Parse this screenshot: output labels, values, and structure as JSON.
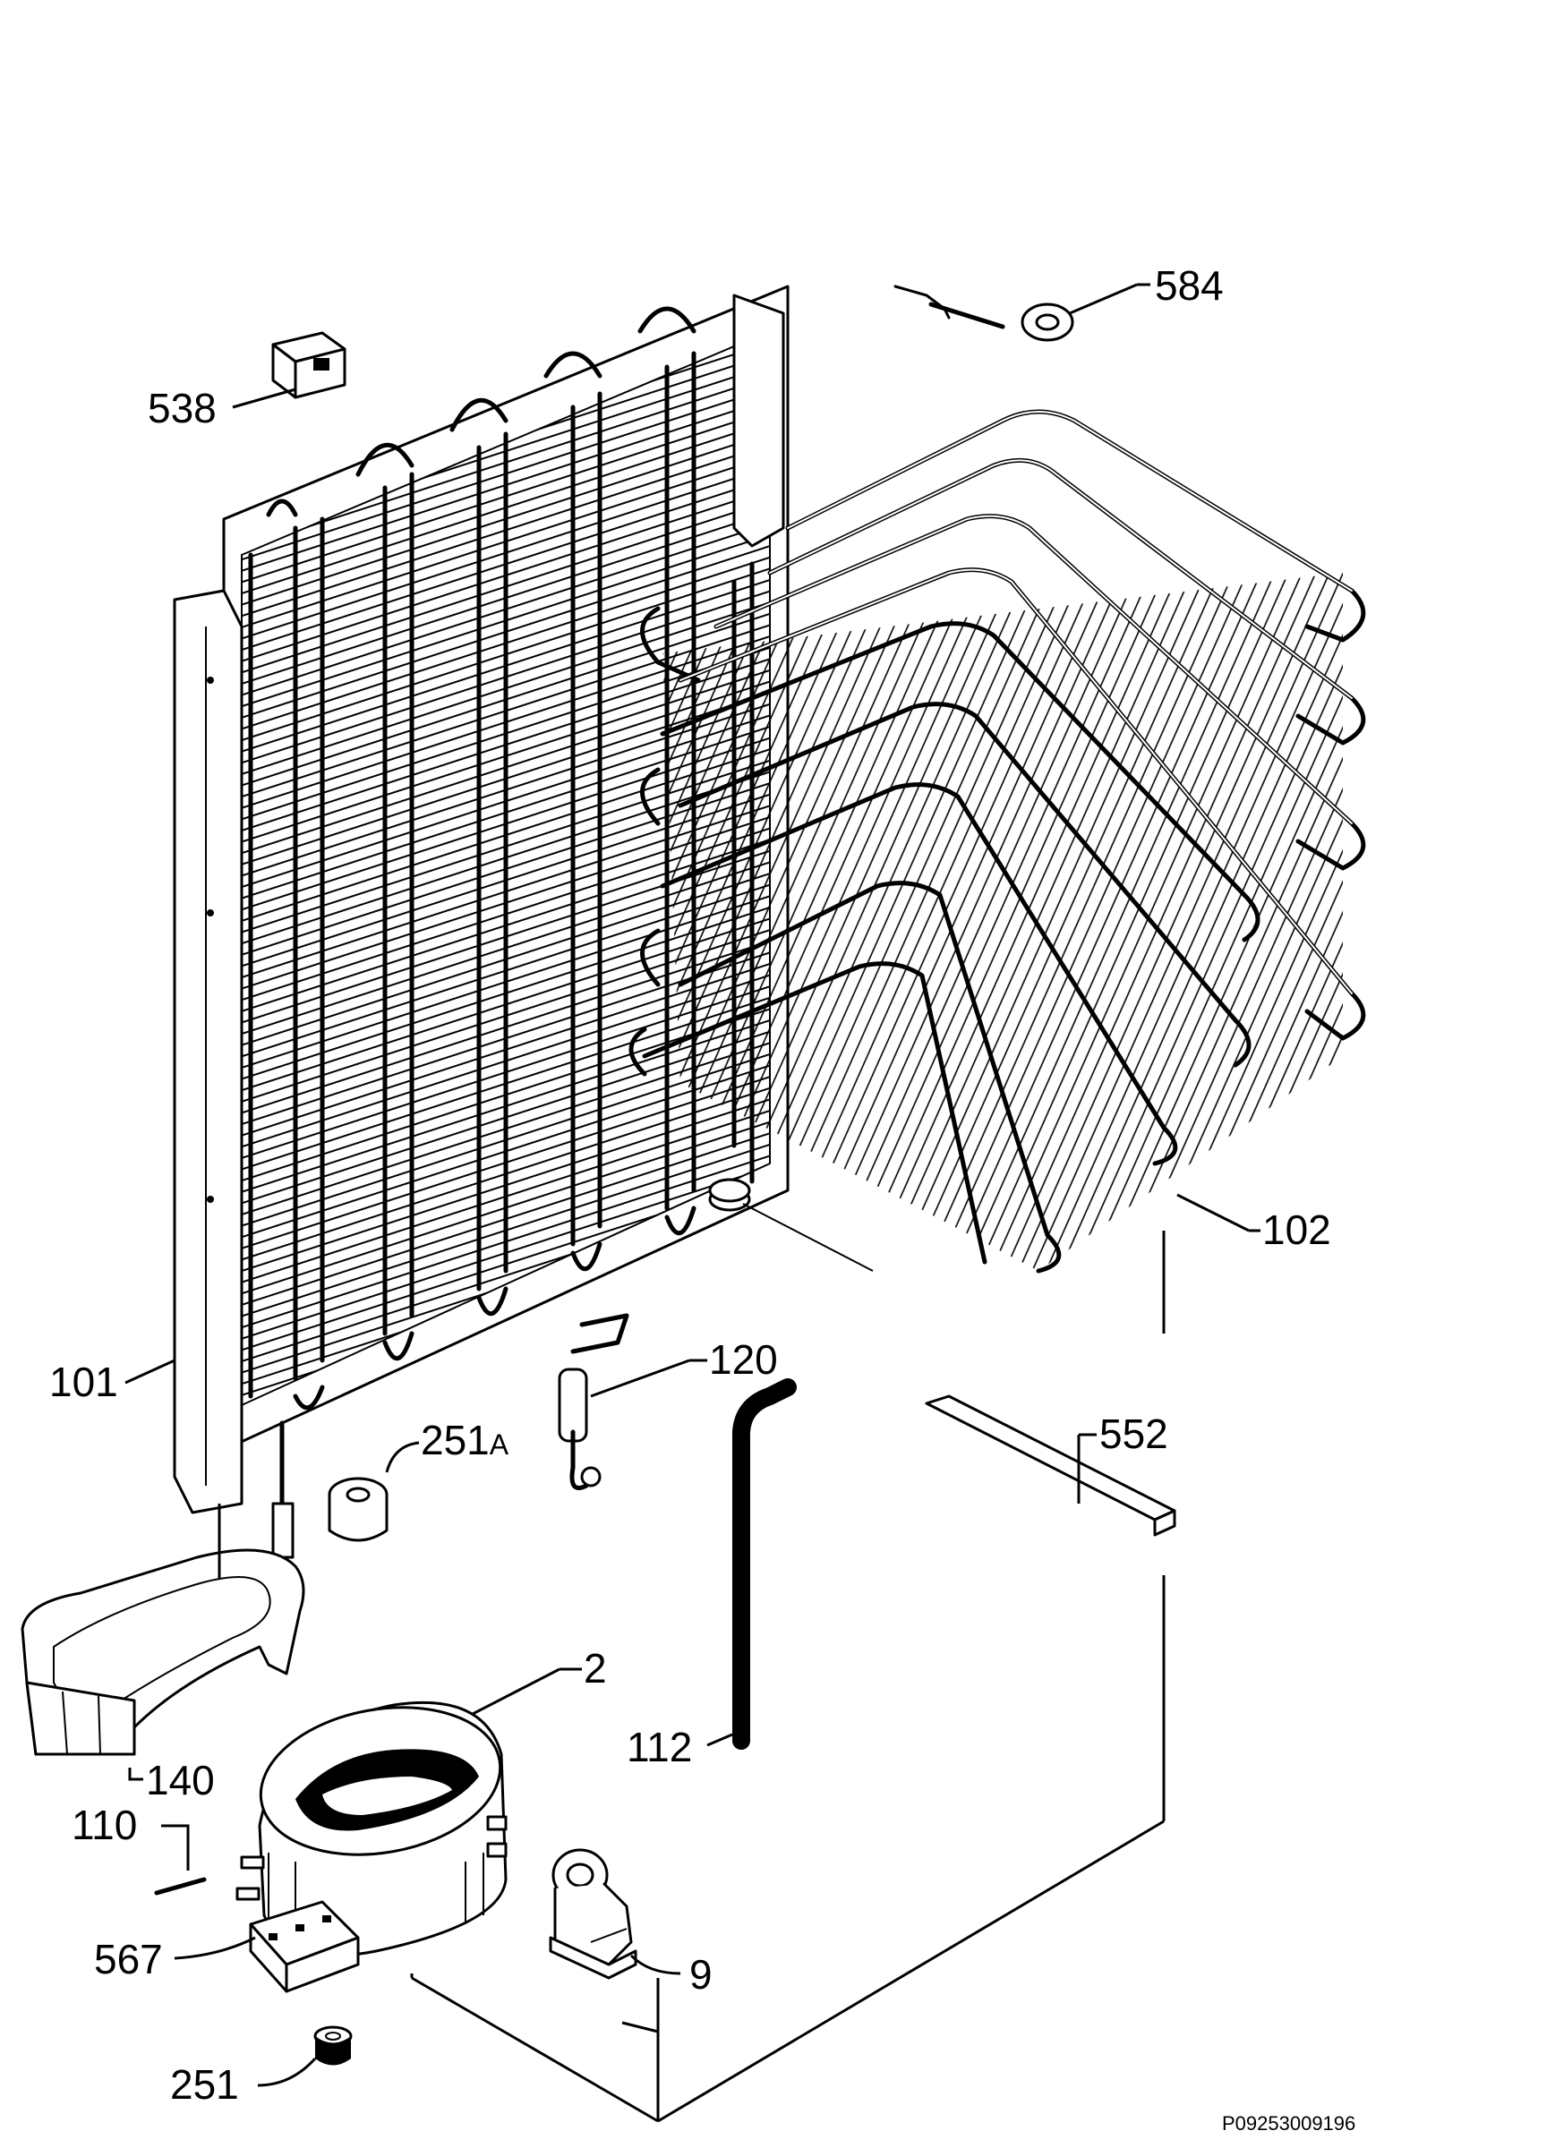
{
  "labels": {
    "p584": "584",
    "p538": "538",
    "p102": "102",
    "p101": "101",
    "p120": "120",
    "p251a_num": "251",
    "p251a_suffix": "A",
    "p552": "552",
    "p2": "2",
    "p112": "112",
    "p140": "140",
    "p110": "110",
    "p567": "567",
    "p9": "9",
    "p251": "251"
  },
  "reference_code": "P09253009196",
  "colors": {
    "ink": "#000000",
    "paper": "#ffffff"
  }
}
